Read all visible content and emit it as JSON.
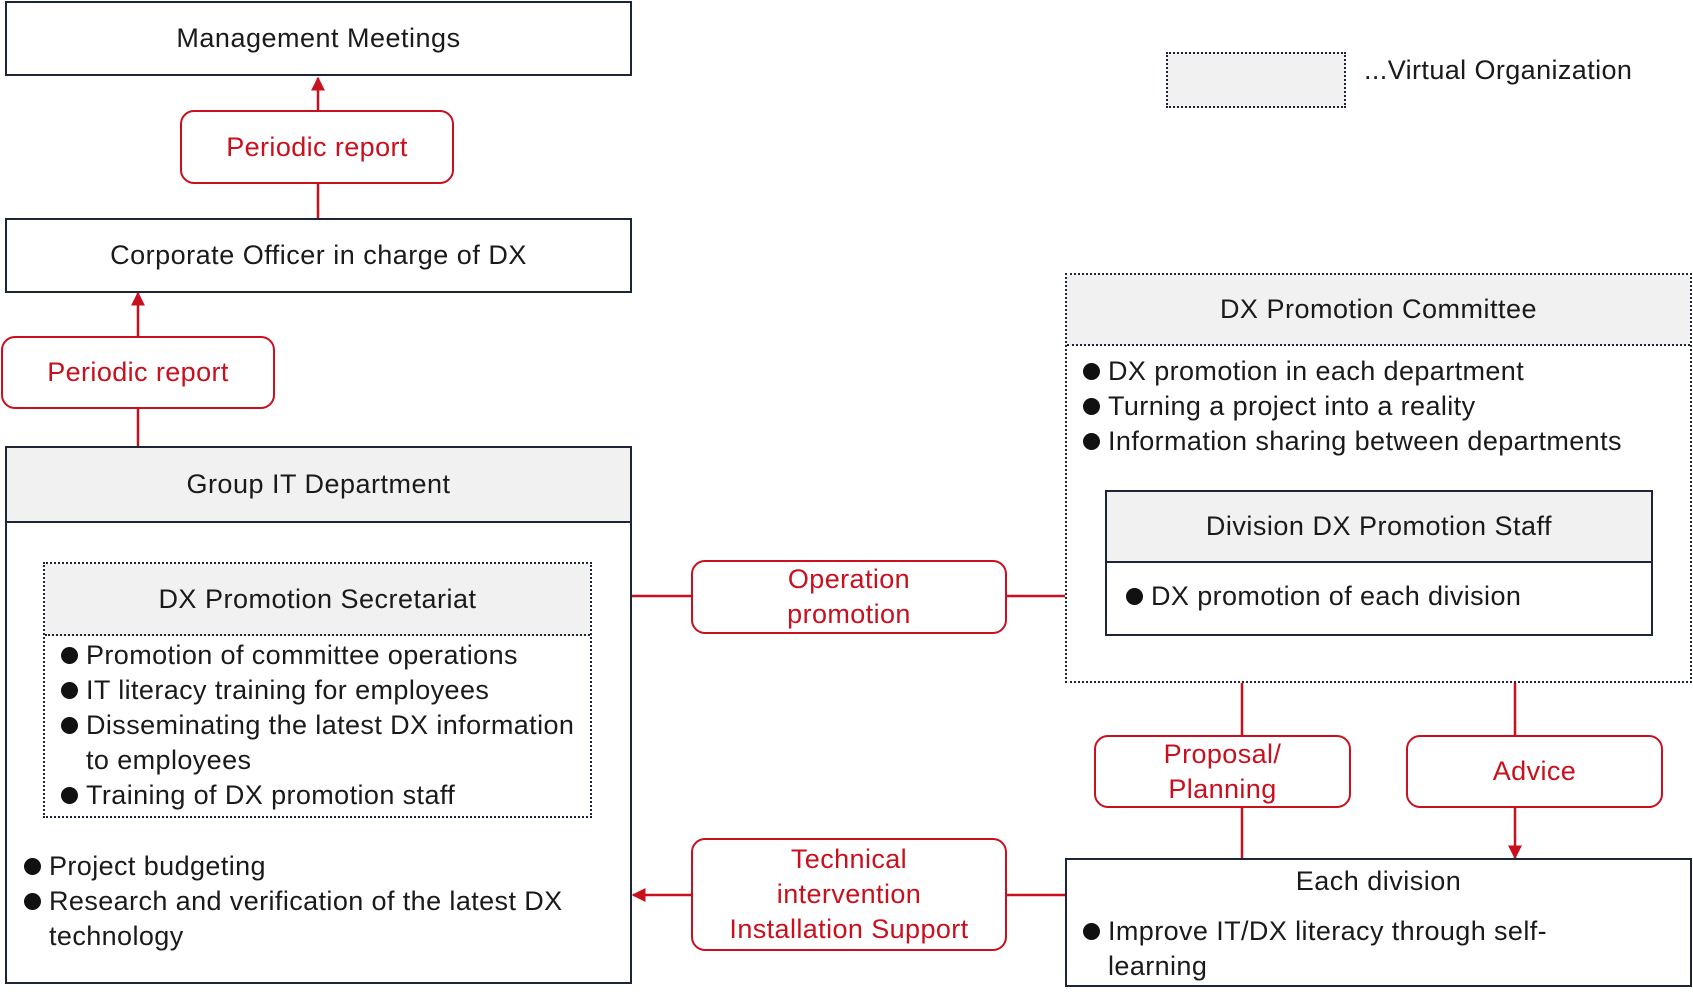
{
  "management_meetings": "Management Meetings",
  "corporate_officer": "Corporate Officer in charge of DX",
  "legend": {
    "text": "...Virtual Organization"
  },
  "labels": {
    "periodic_report_top": "Periodic report",
    "periodic_report_left": "Periodic report",
    "operation_promotion": [
      "Operation",
      "promotion"
    ],
    "proposal_planning": [
      "Proposal/",
      "Planning"
    ],
    "advice": "Advice",
    "technical_intervention": [
      "Technical",
      "intervention",
      "Installation Support"
    ]
  },
  "group_it": {
    "title": "Group IT Department",
    "items": [
      "Project budgeting",
      "Research and verification of the latest DX technology"
    ]
  },
  "secretariat": {
    "title": "DX Promotion Secretariat",
    "items": [
      "Promotion of committee operations",
      "IT literacy training for employees",
      "Disseminating the latest DX information to employees",
      "Training of DX promotion staff"
    ]
  },
  "committee": {
    "title": "DX Promotion Committee",
    "items": [
      "DX promotion in each department",
      "Turning a project into a reality",
      "Information sharing between departments"
    ]
  },
  "division_staff": {
    "title": "Division DX Promotion Staff",
    "items": [
      "DX promotion of each division"
    ]
  },
  "each_division": {
    "title": "Each division",
    "items": [
      "Improve IT/DX literacy through self-learning"
    ]
  },
  "colors": {
    "accent_red": "#c8101e",
    "border_navy": "#1c2636",
    "header_gray": "#f1f1f1"
  }
}
